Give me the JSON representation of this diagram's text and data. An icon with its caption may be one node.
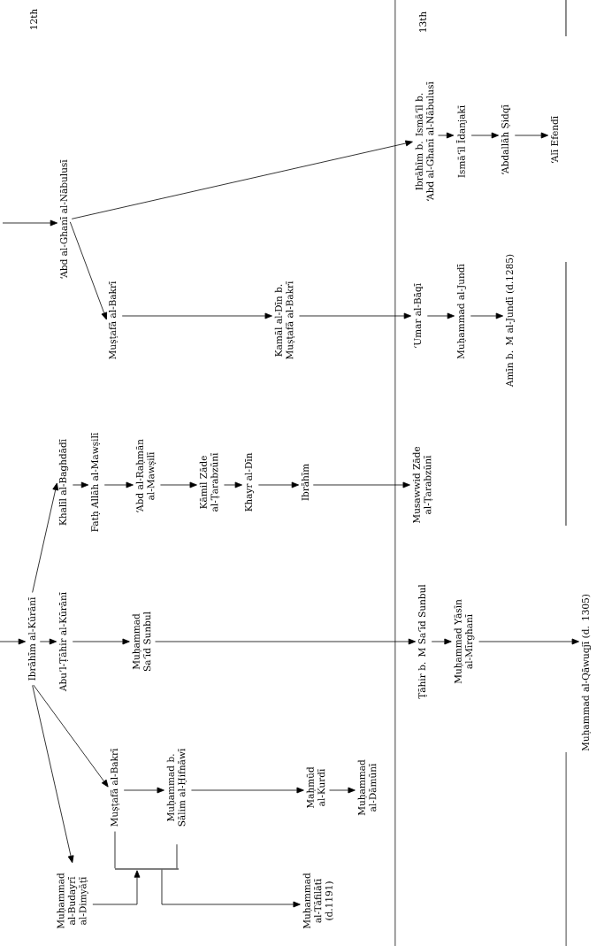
{
  "diagram": {
    "nodes": [
      {
        "text": [
          "‘Abd al-Ghanī al-Nābulusī"
        ]
      },
      {
        "text": [
          "Muṣṭafā al-Bakrī"
        ]
      },
      {
        "text": [
          "Kamāl al-Dīn b. Muṣṭafā al-Bakrī"
        ]
      },
      {
        "text": [
          "Ibrāhīm b. Ismā‘īl b. ‘Abd al-Ghanī al-Nābulusī"
        ]
      },
      {
        "text": [
          "Ismā‘īl Īdanjakī"
        ]
      },
      {
        "text": [
          "‘Abdallāh Ṣidqī"
        ]
      },
      {
        "text": [
          "‘Alī Efendī"
        ]
      },
      {
        "text": [
          "‘Umar al-Bāqī"
        ]
      },
      {
        "text": [
          "Muḥammad al-Jundī"
        ]
      },
      {
        "text": [
          "Amīn b. M al-Jundī (d.1285)"
        ]
      },
      {
        "text": [
          "Ibrāhīm al-Kūrānī"
        ]
      },
      {
        "text": [
          "Abu’l-Ṭāhir al-Kūrānī"
        ]
      },
      {
        "text": [
          "Khalīl al-Baghdādī"
        ]
      },
      {
        "text": [
          "Fatḥ Allāh al-Mawṣilī"
        ]
      },
      {
        "text": [
          "‘Abd al-Raḥmān al-Mawṣilī"
        ]
      },
      {
        "text": [
          "Kāmil Zāde al-Ṭarabzūnī"
        ]
      },
      {
        "text": [
          "Khayr al-Dīn"
        ]
      },
      {
        "text": [
          "Ibrāhīm"
        ]
      },
      {
        "text": [
          "Musawwid Zāde al-Ṭarabzūnī"
        ]
      },
      {
        "text": [
          "Muḥammad Sa‘īd Sunbul"
        ]
      },
      {
        "text": [
          "Ṭāhir b. M Sa‘īd Sunbul"
        ]
      },
      {
        "text": [
          "Muḥammad Yāsīn al-Mīrghanī"
        ]
      },
      {
        "text": [
          "Muḥammad al-Qāwuqjī (d. 1305)"
        ]
      },
      {
        "text": [
          "Muṣṭafā al-Bakrī"
        ]
      },
      {
        "text": [
          "Muḥammad b. Sālim al-Ḥifnāwī"
        ]
      },
      {
        "text": [
          "Maḥmūd al-Kurdī"
        ]
      },
      {
        "text": [
          "Muḥammad al-Dāmūnī"
        ]
      },
      {
        "text": [
          "Muḥammad al-Budayrī al-Dimyāṭī"
        ]
      },
      {
        "text": [
          "Muḥammad al-Tāfilātī (d.1191)"
        ]
      },
      {
        "text": [],
        "shape": "bar"
      }
    ],
    "edges": [
      {
        "from": null,
        "to": 0,
        "arrow": "to"
      },
      {
        "from": 0,
        "to": 1,
        "arrow": "to"
      },
      {
        "from": 0,
        "to": 3,
        "arrow": "to"
      },
      {
        "from": 1,
        "to": 2,
        "arrow": "to"
      },
      {
        "from": 2,
        "to": 7,
        "arrow": "to"
      },
      {
        "from": 7,
        "to": 8,
        "arrow": "to"
      },
      {
        "from": 8,
        "to": 9,
        "arrow": "to"
      },
      {
        "from": 3,
        "to": 4,
        "arrow": "to"
      },
      {
        "from": 4,
        "to": 5,
        "arrow": "to"
      },
      {
        "from": 5,
        "to": 6,
        "arrow": "to"
      },
      {
        "from": null,
        "to": 10,
        "arrow": "to"
      },
      {
        "from": 10,
        "to": 11,
        "arrow": "to"
      },
      {
        "from": 10,
        "to": 12,
        "arrow": "to"
      },
      {
        "from": 10,
        "to": 23,
        "arrow": "to"
      },
      {
        "from": 10,
        "to": 27,
        "arrow": "to"
      },
      {
        "from": 12,
        "to": 13,
        "arrow": "to"
      },
      {
        "from": 13,
        "to": 14,
        "arrow": "to"
      },
      {
        "from": 14,
        "to": 15,
        "arrow": "to"
      },
      {
        "from": 15,
        "to": 16,
        "arrow": "to"
      },
      {
        "from": 16,
        "to": 17,
        "arrow": "to"
      },
      {
        "from": 17,
        "to": 18,
        "arrow": "to"
      },
      {
        "from": 11,
        "to": 19,
        "arrow": "to"
      },
      {
        "from": 19,
        "to": 20,
        "arrow": "to"
      },
      {
        "from": 20,
        "to": 21,
        "arrow": "to"
      },
      {
        "from": 21,
        "to": 22,
        "arrow": "to"
      },
      {
        "from": 23,
        "to": 24,
        "arrow": "to"
      },
      {
        "from": 24,
        "to": 25,
        "arrow": "to"
      },
      {
        "from": 25,
        "to": 26,
        "arrow": "to"
      },
      {
        "from": 23,
        "to": 29,
        "arrow": "none"
      },
      {
        "from": 24,
        "to": 29,
        "arrow": "none"
      },
      {
        "from": 27,
        "to": 29,
        "arrow": "to"
      },
      {
        "from": 29,
        "to": 28,
        "arrow": "to"
      }
    ],
    "labels": [
      "12th",
      "13th"
    ]
  }
}
